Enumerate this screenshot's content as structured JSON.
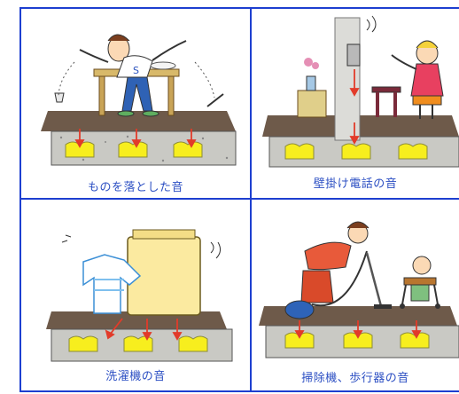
{
  "panels": [
    {
      "caption": "ものを落とした音"
    },
    {
      "caption": "壁掛け電話の音"
    },
    {
      "caption": "洗濯機の音"
    },
    {
      "caption": "掃除機、歩行器の音"
    }
  ]
}
